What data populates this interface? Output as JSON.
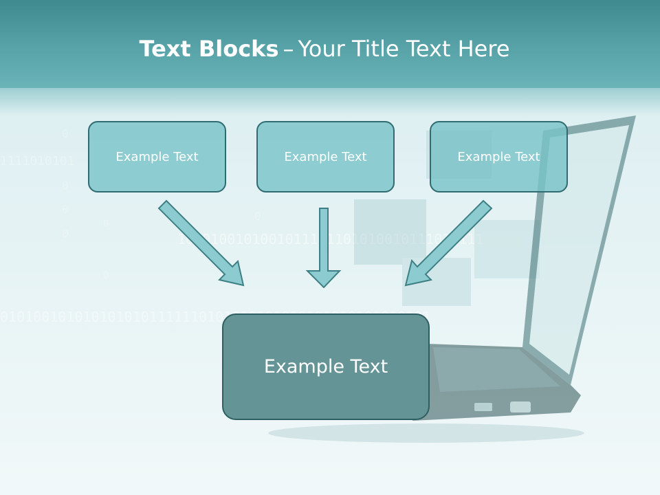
{
  "slide": {
    "title_bold": "Text Blocks",
    "title_separator": "–",
    "title_rest": "Your Title Text Here"
  },
  "blocks": {
    "top_left": "Example Text",
    "top_center": "Example Text",
    "top_right": "Example Text",
    "bottom": "Example Text"
  },
  "background": {
    "binary_strip_1": "1010100101001011111101010010111011111",
    "binary_strip_2": "0101001010101010101111110101010101010101010101010101"
  },
  "colors": {
    "header": "#4f9a9e",
    "block_fill": "#7ac3c8",
    "block_border": "#2f6b70",
    "bottom_block_fill": "#659496",
    "arrow_fill": "#8ccbcf",
    "arrow_stroke": "#3d7f84"
  }
}
